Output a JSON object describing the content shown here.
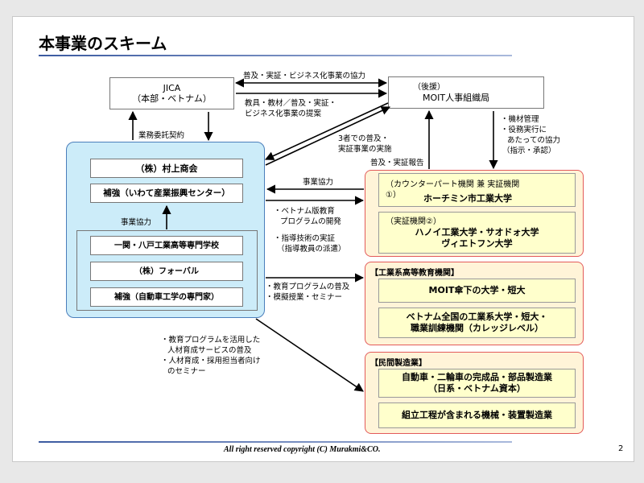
{
  "title": "本事業のスキーム",
  "jica": {
    "line1": "JICA",
    "line2": "（本部・ベトナム）"
  },
  "moit": {
    "line1": "（後援）",
    "line2": "MOIT人事組織局"
  },
  "left_group": {
    "murakami": "（株）村上商会",
    "iwate": "補強（いわて産業振興センター）",
    "jigyo": "事業協力",
    "ichinoseki": "一関・八戸工業高等専門学校",
    "forval": "（株）フォーバル",
    "car_expert": "補強（自動車工学の専門家）"
  },
  "partner_group": {
    "cp_line1": "（カウンターパート機関 兼 実証機関",
    "cp_line2": "①）",
    "cp_line3": "ホーチミン市工業大学",
    "v2_line1": "（実証機関②）",
    "v2_line2": "ハノイ工業大学・サオドォ大学",
    "v2_line3": "ヴィエトフン大学"
  },
  "edu_group": {
    "header": "【工業系高等教育機関】",
    "item1": "MOIT傘下の大学・短大",
    "item2_line1": "ベトナム全国の工業系大学・短大・",
    "item2_line2": "職業訓練機関（カレッジレベル）"
  },
  "mfg_group": {
    "header": "【民間製造業】",
    "item1_line1": "自動車・二輪車の完成品・部品製造業",
    "item1_line2": "（日系・ベトナム資本）",
    "item2": "組立工程が含まれる機械・装置製造業"
  },
  "labels": {
    "jica_moit_top": "普及・実証・ビジネス化事業の協力",
    "jica_moit_sub1": "教具・教材／普及・実証・",
    "jica_moit_sub2": "ビジネス化事業の提案",
    "gyomu": "業務委託契約",
    "sansha1": "3者での普及・",
    "sansha2": "実証事業の実施",
    "fukyu_report": "普及・実証報告",
    "moit_r1": "・機材管理",
    "moit_r2": "・役務実行に",
    "moit_r3": "あたっての協力",
    "moit_r4": "（指示・承認）",
    "jigyo_kyoryoku": "事業協力",
    "vn1": "・ベトナム版教育",
    "vn2": "プログラムの開発",
    "vn3": "・指導技術の実証",
    "vn4": "（指導教員の派遣）",
    "edu1": "・教育プログラムの普及",
    "edu2": "・模擬授業・セミナー",
    "hr1": "・教育プログラムを活用した",
    "hr2": "人材育成サービスの普及",
    "hr3": "・人材育成・採用担当者向け",
    "hr4": "のセミナー"
  },
  "footer": "All right reserved copyright (C) Murakmi&CO.",
  "page_number": "2",
  "colors": {
    "blue_fill": "#ccecf9",
    "blue_border": "#4a7ebb",
    "red_border": "#e35a5a",
    "yellow_fill": "#ffffcc",
    "peach_fill": "#fff4d8"
  }
}
